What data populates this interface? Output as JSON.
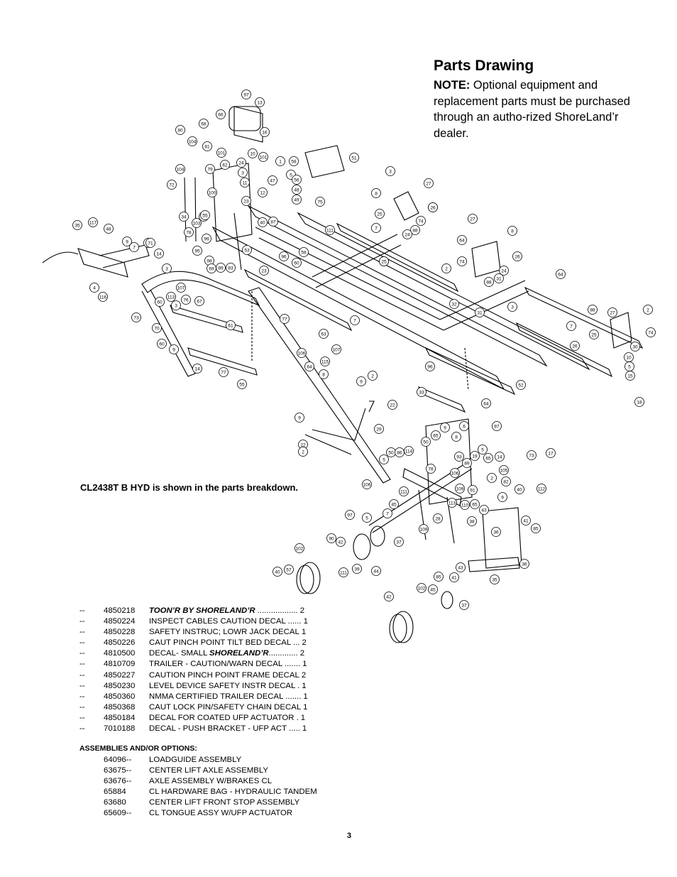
{
  "header": {
    "title": "Parts Drawing",
    "note_label": "NOTE:",
    "note_text": " Optional equipment and replacement parts must be purchased through an autho-rized ShoreLand’r dealer."
  },
  "drawing": {
    "caption": "CL2438T B HYD is shown in the parts breakdown.",
    "callouts": [
      "97",
      "13",
      "66",
      "16",
      "80",
      "68",
      "104",
      "81",
      "101",
      "10",
      "58",
      "62",
      "24",
      "101",
      "1",
      "5",
      "3",
      "72",
      "104",
      "79",
      "11",
      "47",
      "56",
      "100",
      "12",
      "48",
      "34",
      "25",
      "23",
      "49",
      "103",
      "55",
      "71",
      "87",
      "75",
      "78",
      "99",
      "40",
      "95",
      "98",
      "53",
      "58",
      "96",
      "60",
      "89",
      "83",
      "69",
      "23",
      "8",
      "51",
      "3",
      "27",
      "28",
      "25",
      "26",
      "74",
      "88",
      "7",
      "24",
      "111",
      "64",
      "35",
      "117",
      "48",
      "9",
      "7",
      "71",
      "14",
      "3",
      "27",
      "8",
      "64",
      "25",
      "74",
      "26",
      "24",
      "88",
      "31",
      "2",
      "4",
      "116",
      "107",
      "113",
      "60",
      "3",
      "76",
      "67",
      "73",
      "61",
      "64",
      "32",
      "3",
      "88",
      "27",
      "2",
      "7",
      "26",
      "74",
      "25",
      "30",
      "31",
      "7",
      "77",
      "63",
      "70",
      "60",
      "9",
      "106",
      "107",
      "115",
      "64",
      "8",
      "14",
      "77",
      "55",
      "10",
      "5",
      "15",
      "96",
      "52",
      "64",
      "33",
      "18",
      "2",
      "9",
      "22",
      "9",
      "29",
      "22",
      "2",
      "87",
      "65",
      "9",
      "6",
      "17",
      "73",
      "8",
      "5",
      "50",
      "14",
      "19",
      "65",
      "105",
      "106",
      "111",
      "78",
      "5",
      "50",
      "86",
      "114",
      "93",
      "89",
      "106",
      "2",
      "82",
      "109",
      "91",
      "40",
      "112",
      "97",
      "5",
      "7",
      "113",
      "110",
      "65",
      "9",
      "109",
      "28",
      "38",
      "43",
      "36",
      "41",
      "85",
      "45",
      "37",
      "42",
      "90",
      "102",
      "57",
      "111",
      "39",
      "44",
      "40",
      "35",
      "36",
      "43",
      "85",
      "41",
      "102",
      "45",
      "37",
      "42"
    ]
  },
  "decals": [
    {
      "dash": "--",
      "part_no": "4850218",
      "desc": "TOON’R BY SHORELAND’R",
      "dots": " ..................",
      "qty": "2"
    },
    {
      "dash": "--",
      "part_no": "4850224",
      "desc": "INSPECT CABLES CAUTION DECAL",
      "dots": " ......",
      "qty": "1"
    },
    {
      "dash": "--",
      "part_no": "4850228",
      "desc": "SAFETY INSTRUC; LOWR JACK DECAL",
      "dots": "",
      "qty": "1"
    },
    {
      "dash": "--",
      "part_no": "4850226",
      "desc": "CAUT PINCH POINT TILT BED DECAL",
      "dots": " ...",
      "qty": "2"
    },
    {
      "dash": "--",
      "part_no": "4810500",
      "desc_prefix": "DECAL- SMALL ",
      "desc": "SHORELAND’R",
      "dots": ".............",
      "qty": "2"
    },
    {
      "dash": "--",
      "part_no": "4810709",
      "desc": "TRAILER - CAUTION/WARN DECAL",
      "dots": " .......",
      "qty": "1"
    },
    {
      "dash": "--",
      "part_no": "4850227",
      "desc": "CAUTION PINCH POINT FRAME DECAL",
      "dots": "",
      "qty": "2"
    },
    {
      "dash": "--",
      "part_no": "4850230",
      "desc": "LEVEL DEVICE SAFETY INSTR DECAL",
      "dots": " .",
      "qty": "1"
    },
    {
      "dash": "--",
      "part_no": "4850360",
      "desc": "NMMA CERTIFIED TRAILER DECAL",
      "dots": " .......",
      "qty": "1"
    },
    {
      "dash": "--",
      "part_no": "4850368",
      "desc": "CAUT LOCK PIN/SAFETY CHAIN DECAL",
      "dots": "",
      "qty": "1"
    },
    {
      "dash": "--",
      "part_no": "4850184",
      "desc": "DECAL FOR COATED UFP ACTUATOR",
      "dots": " .",
      "qty": "1"
    },
    {
      "dash": "--",
      "part_no": "7010188",
      "desc": "DECAL - PUSH BRACKET - UFP ACT",
      "dots": " .....",
      "qty": "1"
    }
  ],
  "assemblies": {
    "heading": "ASSEMBLIES AND/OR OPTIONS:",
    "items": [
      {
        "part_no": "64096--",
        "desc": "LOADGUIDE ASSEMBLY"
      },
      {
        "part_no": "63675--",
        "desc": "CENTER LIFT AXLE ASSEMBLY"
      },
      {
        "part_no": "63676--",
        "desc": "AXLE ASSEMBLY W/BRAKES CL"
      },
      {
        "part_no": "65884",
        "desc": "CL HARDWARE BAG - HYDRAULIC TANDEM"
      },
      {
        "part_no": "63680",
        "desc": "CENTER LIFT FRONT STOP ASSEMBLY"
      },
      {
        "part_no": "65609--",
        "desc": "CL TONGUE ASSY W/UFP ACTUATOR"
      }
    ]
  },
  "footer": {
    "page_number": "3"
  }
}
